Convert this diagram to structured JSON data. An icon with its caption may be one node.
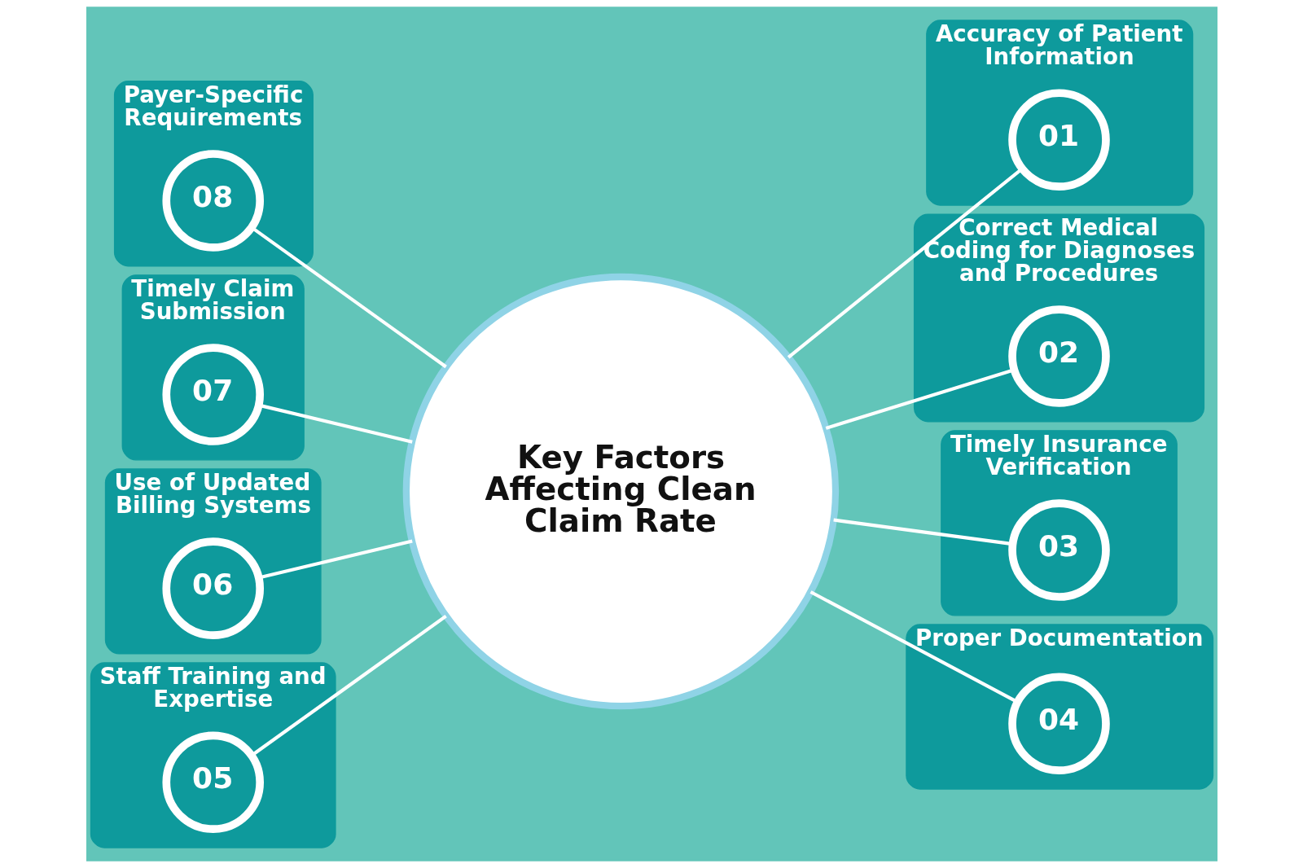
{
  "diagram": {
    "nodes": [
      {
        "text": [
          "Key Factors Affecting Clean Claim Rate"
        ]
      },
      {
        "text": [
          "Accuracy of Patient Information"
        ]
      },
      {
        "text": [
          "01"
        ],
        "in": 1
      },
      {
        "text": [
          "Correct Medical Coding for Diagnoses and Procedures"
        ]
      },
      {
        "text": [
          "02"
        ],
        "in": 3
      },
      {
        "text": [
          "Timely Insurance Verification"
        ]
      },
      {
        "text": [
          "03"
        ],
        "in": 5
      },
      {
        "text": [
          "Proper Documentation"
        ]
      },
      {
        "text": [
          "04"
        ],
        "in": 7
      },
      {
        "text": [
          "Staff Training and Expertise"
        ]
      },
      {
        "text": [
          "05"
        ],
        "in": 9
      },
      {
        "text": [
          "Use of Updated Billing Systems"
        ]
      },
      {
        "text": [
          "06"
        ],
        "in": 11
      },
      {
        "text": [
          "Timely Claim Submission"
        ]
      },
      {
        "text": [
          "07"
        ],
        "in": 13
      },
      {
        "text": [
          "Payer-Specific Requirements"
        ]
      },
      {
        "text": [
          "08"
        ],
        "in": 15
      }
    ],
    "edges": [
      {
        "from": 0,
        "to": 2,
        "arrow": "none"
      },
      {
        "from": 0,
        "to": 4,
        "arrow": "none"
      },
      {
        "from": 0,
        "to": 6,
        "arrow": "none"
      },
      {
        "from": 0,
        "to": 8,
        "arrow": "none"
      },
      {
        "from": 0,
        "to": 10,
        "arrow": "none"
      },
      {
        "from": 0,
        "to": 12,
        "arrow": "none"
      },
      {
        "from": 0,
        "to": 14,
        "arrow": "none"
      },
      {
        "from": 0,
        "to": 16,
        "arrow": "none"
      }
    ]
  }
}
